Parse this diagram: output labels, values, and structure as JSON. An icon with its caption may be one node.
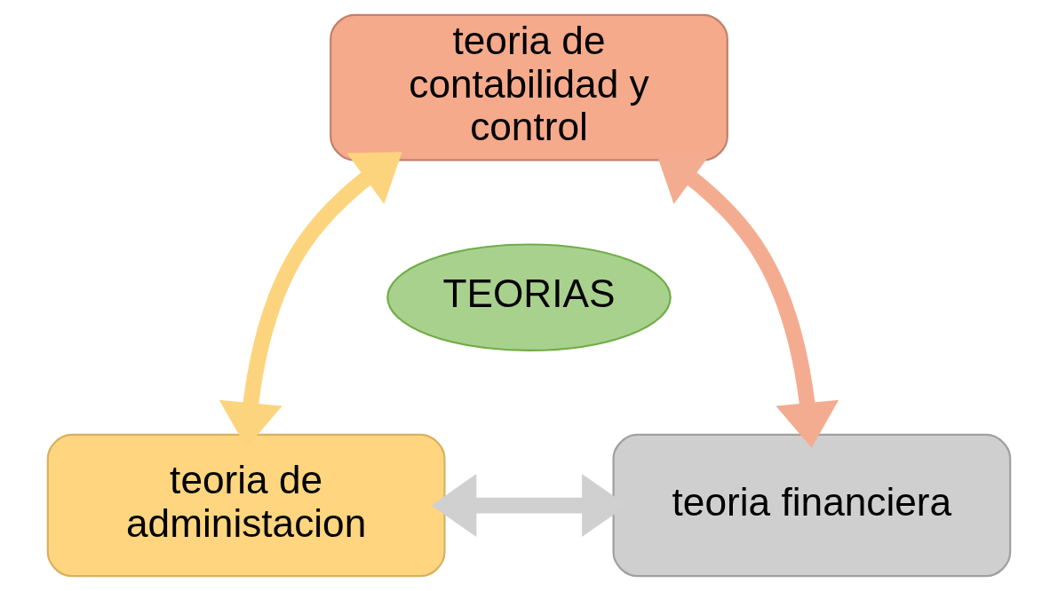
{
  "diagram": {
    "nodes": [
      {
        "text": [
          "teoria de contabilidad y control"
        ]
      },
      {
        "text": [
          "TEORIAS"
        ]
      },
      {
        "text": [
          "teoria de administacion"
        ]
      },
      {
        "text": [
          "teoria financiera"
        ]
      }
    ],
    "edges": [
      {
        "from": 0,
        "to": 2,
        "arrow": "both",
        "color": "#fdd47e"
      },
      {
        "from": 0,
        "to": 3,
        "arrow": "both",
        "color": "#f4ac90"
      },
      {
        "from": 2,
        "to": 3,
        "arrow": "both",
        "color": "#d0d0d0"
      }
    ]
  }
}
